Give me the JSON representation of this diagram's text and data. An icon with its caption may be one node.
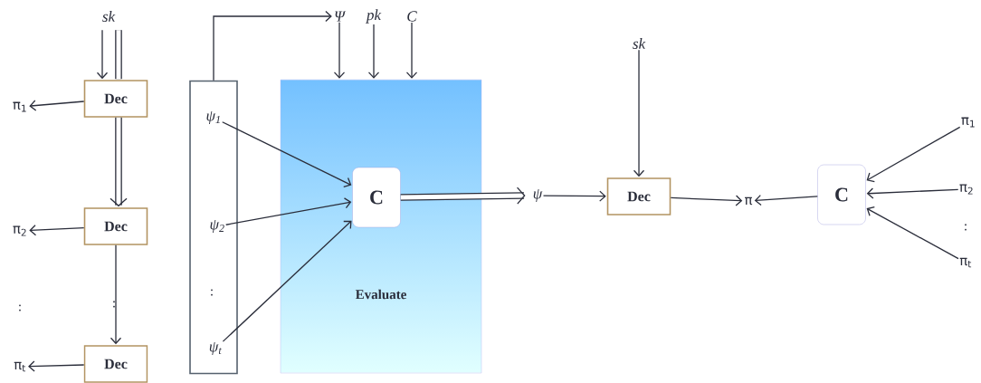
{
  "diagram": {
    "nodes": [
      {
        "text": [
          "sk"
        ]
      },
      {
        "text": [
          "Dec"
        ]
      },
      {
        "text": [
          "Dec"
        ]
      },
      {
        "text": [
          "Dec"
        ]
      },
      {
        "text": [
          "π$_{1}$"
        ]
      },
      {
        "text": [
          "π$_{2}$"
        ]
      },
      {
        "text": [
          "π$_{t}$"
        ]
      },
      {
        "text": [],
        "shape": "box"
      },
      {
        "text": [
          "ψ$_{1}$"
        ],
        "in": 7
      },
      {
        "text": [
          "ψ$_{2}$"
        ],
        "in": 7
      },
      {
        "text": [
          "ψ$_{t}$"
        ],
        "in": 7
      },
      {
        "text": [
          "Evaluate"
        ]
      },
      {
        "text": [
          "C"
        ],
        "in": 11
      },
      {
        "text": [
          "Ψ"
        ]
      },
      {
        "text": [
          "pk"
        ]
      },
      {
        "text": [
          "C"
        ]
      },
      {
        "text": [
          "ψ"
        ]
      },
      {
        "text": [
          "sk"
        ]
      },
      {
        "text": [
          "Dec"
        ]
      },
      {
        "text": [
          "π"
        ]
      },
      {
        "text": [
          "C"
        ]
      },
      {
        "text": [
          "π$_{1}$"
        ]
      },
      {
        "text": [
          "π$_{2}$"
        ]
      },
      {
        "text": [
          "π$_{t}$"
        ]
      }
    ],
    "edges": [
      {
        "from": 0,
        "to": 1,
        "arrow": "to"
      },
      {
        "from": 0,
        "to": 1,
        "arrow": "none",
        "style": "thick"
      },
      {
        "from": 1,
        "to": 2,
        "arrow": "to",
        "style": "thick"
      },
      {
        "from": 2,
        "to": 3,
        "arrow": "to"
      },
      {
        "from": 1,
        "to": 4,
        "arrow": "to"
      },
      {
        "from": 2,
        "to": 5,
        "arrow": "to"
      },
      {
        "from": 3,
        "to": 6,
        "arrow": "to"
      },
      {
        "from": 7,
        "to": 13,
        "arrow": "to"
      },
      {
        "from": 13,
        "to": 11,
        "arrow": "to"
      },
      {
        "from": 14,
        "to": 11,
        "arrow": "to"
      },
      {
        "from": 15,
        "to": 11,
        "arrow": "to"
      },
      {
        "from": 8,
        "to": 12,
        "arrow": "to"
      },
      {
        "from": 9,
        "to": 12,
        "arrow": "to"
      },
      {
        "from": 10,
        "to": 12,
        "arrow": "to"
      },
      {
        "from": 12,
        "to": 16,
        "arrow": "to",
        "style": "thick"
      },
      {
        "from": 16,
        "to": 18,
        "arrow": "to"
      },
      {
        "from": 17,
        "to": 18,
        "arrow": "to"
      },
      {
        "from": 18,
        "to": 19,
        "arrow": "to"
      },
      {
        "from": 20,
        "to": 19,
        "arrow": "to"
      },
      {
        "from": 21,
        "to": 20,
        "arrow": "to"
      },
      {
        "from": 22,
        "to": 20,
        "arrow": "to"
      },
      {
        "from": 23,
        "to": 20,
        "arrow": "to"
      }
    ],
    "labels": [
      ":",
      ":",
      ":",
      ":"
    ]
  }
}
